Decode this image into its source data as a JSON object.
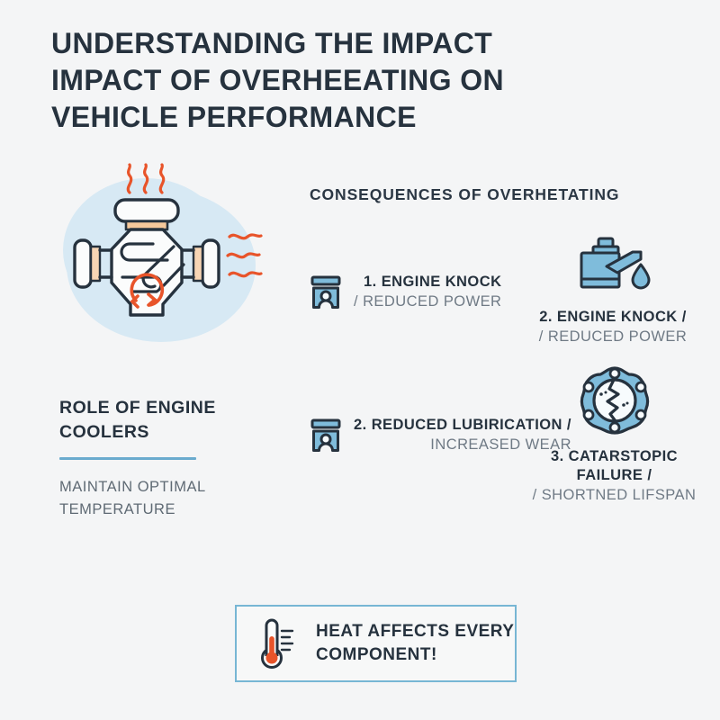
{
  "theme": {
    "background": "#f4f5f6",
    "navy": "#26323e",
    "gray_text": "#6f7a85",
    "accent_blue": "#6aabce",
    "icon_fill_blue": "#7fbcdb",
    "blob_blue": "#d6e9f4",
    "heat_orange": "#e8542a",
    "gasket_peach": "#f5c89b",
    "banner_border": "#77b6d4"
  },
  "title": {
    "line1": "Understanding the Impact",
    "line2": "Impact of Overheeating on",
    "line3": "Vehicle Performance"
  },
  "engine_illustration": {
    "name": "engine-block-overheating-illustration",
    "heat_wave_count_top": 3,
    "heat_wave_count_right": 3,
    "has_circulation_arrow": true
  },
  "consequences": {
    "heading": "Consequences of Overhetating",
    "items": [
      {
        "icon": "piston-icon",
        "line1": "1. Engine Knock",
        "line2": "/ Reduced Power",
        "layout": "icon-left"
      },
      {
        "icon": "oil-can-icon",
        "line1": "2. Engine Knock /",
        "line2": "/ Reduced Power",
        "layout": "icon-top"
      },
      {
        "icon": "piston-icon",
        "line1": "2. Reduced Lubirication /",
        "line2": "Increased Wear",
        "layout": "icon-left"
      },
      {
        "icon": "cracked-flange-icon",
        "line1": "3. Catarstopic Failure /",
        "line2": "/ Shortned Lifspan",
        "layout": "icon-top"
      }
    ]
  },
  "role_section": {
    "title": "Role of Engine Coolers",
    "subtitle": "Maintain Optimal Temperature"
  },
  "banner": {
    "icon": "thermometer-icon",
    "line1": "Heat Affects Every",
    "line2": "Component!"
  }
}
